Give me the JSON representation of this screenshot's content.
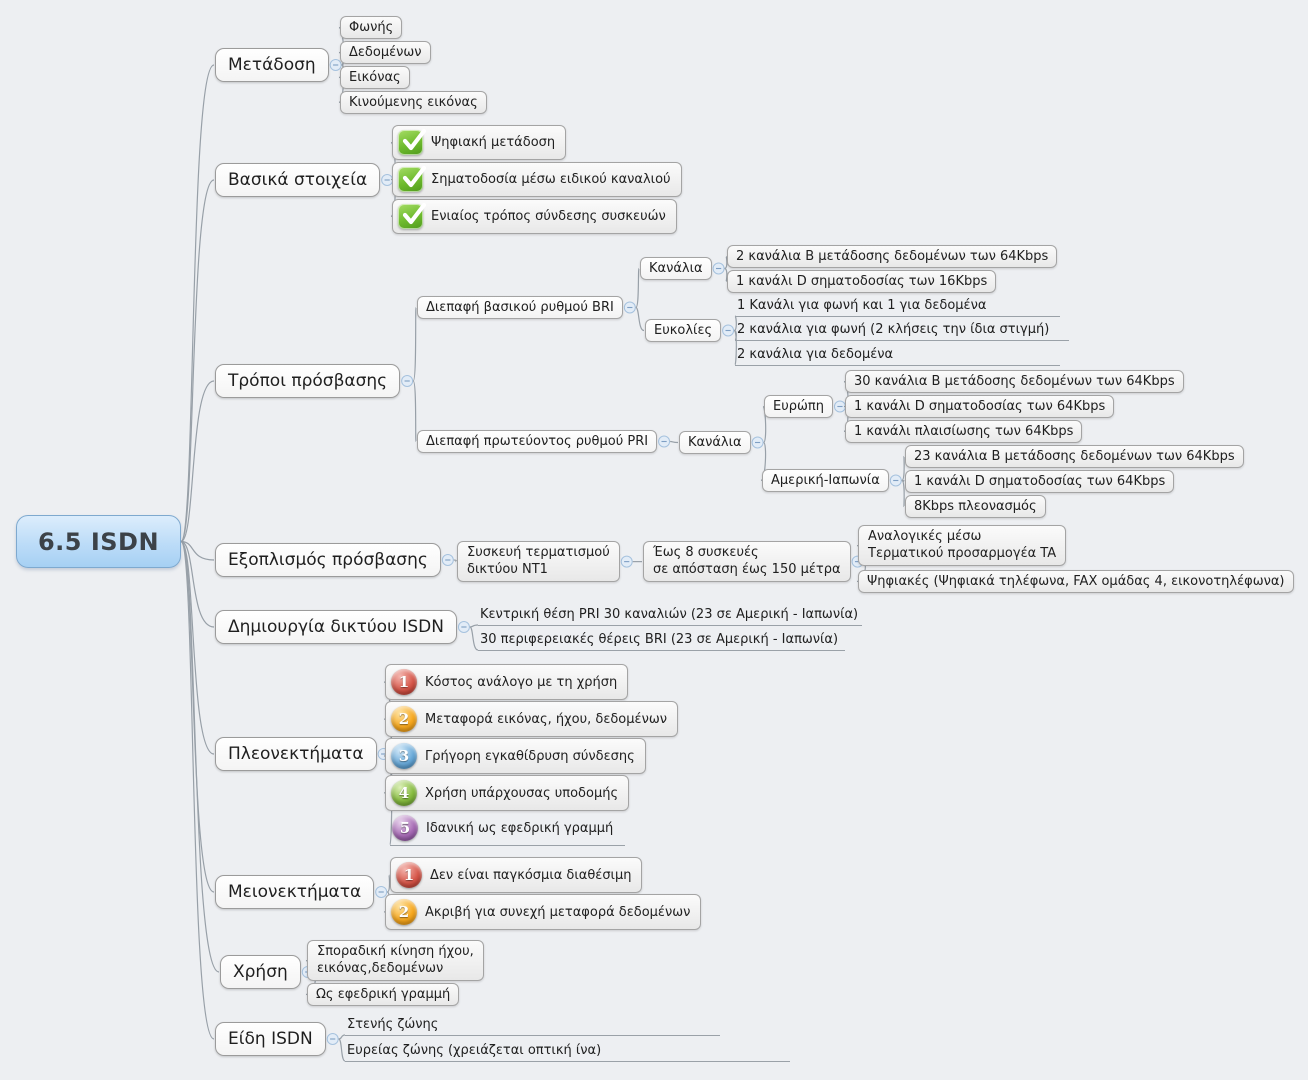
{
  "root": {
    "label": "6.5 ISDN"
  },
  "transmission": {
    "label": "Μετάδοση",
    "items": [
      "Φωνής",
      "Δεδομένων",
      "Εικόνας",
      "Κινούμενης εικόνας"
    ]
  },
  "basics": {
    "label": "Βασικά στοιχεία",
    "items": [
      "Ψηφιακή μετάδοση",
      "Σηματοδοσία μέσω ειδικού καναλιού",
      "Ενιαίος τρόπος σύνδεσης συσκευών"
    ]
  },
  "access": {
    "label": "Τρόποι πρόσβασης",
    "bri": {
      "label": "Διεπαφή βασικού ρυθμού BRI",
      "channels": {
        "label": "Κανάλια",
        "items": [
          "2 κανάλια B μετάδοσης δεδομένων των 64Kbps",
          "1 κανάλι D σηματοδοσίας των 16Kbps"
        ]
      },
      "facilities": {
        "label": "Ευκολίες",
        "items": [
          "1 Κανάλι για φωνή και 1 για δεδομένα",
          "2 κανάλια για φωνή (2 κλήσεις την ίδια στιγμή)",
          "2 κανάλια για δεδομένα"
        ]
      }
    },
    "pri": {
      "label": "Διεπαφή πρωτεύοντος ρυθμού PRI",
      "channels": {
        "label": "Κανάλια",
        "europe": {
          "label": "Ευρώπη",
          "items": [
            "30 κανάλια B μετάδοσης δεδομένων των 64Kbps",
            "1 κανάλι D σηματοδοσίας των 64Kbps",
            "1 κανάλι πλαισίωσης των 64Kbps"
          ]
        },
        "america_japan": {
          "label": "Αμερική-Ιαπωνία",
          "items": [
            "23 κανάλια B μετάδοσης δεδομένων των 64Kbps",
            "1 κανάλι D σηματοδοσίας των 64Kbps",
            "8Kbps πλεονασμός"
          ]
        }
      }
    }
  },
  "equipment": {
    "label": "Εξοπλισμός πρόσβασης",
    "nt1": {
      "line1": "Συσκευή τερματισμού",
      "line2": "δικτύου NT1"
    },
    "devices": {
      "line1": "Έως 8 συσκευές",
      "line2": "σε απόσταση έως 150 μέτρα"
    },
    "analog": {
      "line1": "Αναλογικές μέσω",
      "line2": "Τερματικού προσαρμογέα TA"
    },
    "digital": {
      "label": "Ψηφιακές (Ψηφιακά τηλέφωνα, FAX ομάδας 4, εικονοτηλέφωνα)"
    }
  },
  "network": {
    "label": "Δημιουργία δικτύου ISDN",
    "items": [
      "Κεντρική θέση PRI 30 καναλιών (23 σε Αμερική - Ιαπωνία)",
      "30 περιφερειακές θέρεις BRI (23 σε Αμερική - Ιαπωνία)"
    ]
  },
  "advantages": {
    "label": "Πλεονεκτήματα",
    "items": [
      {
        "num": "1",
        "text": "Κόστος ανάλογο με τη χρήση"
      },
      {
        "num": "2",
        "text": "Μεταφορά εικόνας, ήχου, δεδομένων"
      },
      {
        "num": "3",
        "text": "Γρήγορη εγκαθίδρυση σύνδεσης"
      },
      {
        "num": "4",
        "text": "Χρήση υπάρχουσας υποδομής"
      },
      {
        "num": "5",
        "text": "Ιδανική ως εφεδρική γραμμή"
      }
    ]
  },
  "disadvantages": {
    "label": "Μειονεκτήματα",
    "items": [
      {
        "num": "1",
        "text": "Δεν είναι παγκόσμια διαθέσιμη"
      },
      {
        "num": "2",
        "text": "Ακριβή για συνεχή μεταφορά δεδομένων"
      }
    ]
  },
  "usage": {
    "label": "Χρήση",
    "item1": {
      "line1": "Σποραδική κίνηση ήχου,",
      "line2": "εικόνας,δεδομένων"
    },
    "item2": "Ως εφεδρική γραμμή"
  },
  "types": {
    "label": "Είδη ISDN",
    "items": [
      "Στενής ζώνης",
      "Ευρείας ζώνης (χρειάζεται οπτική ίνα)"
    ]
  },
  "icons": {
    "basics_item_icon": "check-icon",
    "advantage_icons": [
      "number-1-ball",
      "number-2-ball",
      "number-3-ball",
      "number-4-ball",
      "number-5-ball"
    ],
    "collapse_icon": "collapse-minus-icon"
  },
  "colors": {
    "background": "#edeff2",
    "root_fill_top": "#dcedfc",
    "root_fill_bottom": "#a6d0f3",
    "root_border": "#7ea9cf",
    "connector": "#98a0a8",
    "check_green": "#5fa723",
    "ball_red": "#c9473b",
    "ball_amber": "#f3a41e",
    "ball_blue": "#5f9fd0",
    "ball_green": "#78ad37",
    "ball_purple": "#94549e"
  }
}
